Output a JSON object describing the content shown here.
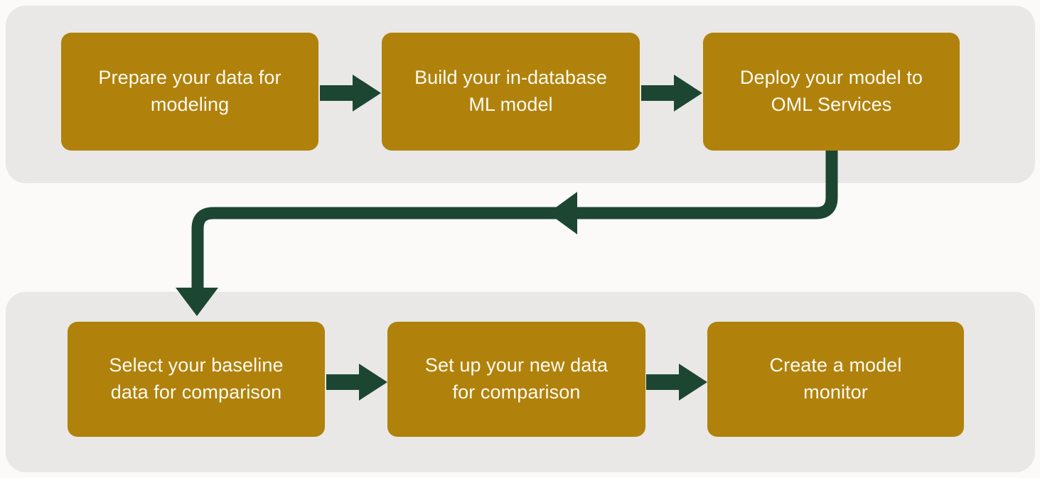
{
  "diagram": {
    "type": "flowchart",
    "orientation": "two-row-serpentine",
    "colors": {
      "page_background": "#fbfaf9",
      "panel_background": "#e9e8e7",
      "node_fill": "#b0820c",
      "node_text": "#fdfaf2",
      "arrow": "#1d4632"
    },
    "rows": [
      {
        "name": "modeling-phase",
        "nodes": [
          {
            "id": "prepare",
            "label": "Prepare your data for\nmodeling"
          },
          {
            "id": "build",
            "label": "Build your in-database\nML model"
          },
          {
            "id": "deploy",
            "label": "Deploy your model to\nOML Services"
          }
        ]
      },
      {
        "name": "monitoring-phase",
        "nodes": [
          {
            "id": "baseline",
            "label": "Select your baseline\ndata for comparison"
          },
          {
            "id": "newdata",
            "label": "Set up your new data\nfor comparison"
          },
          {
            "id": "monitor",
            "label": "Create a model\nmonitor"
          }
        ]
      }
    ],
    "connectors": [
      {
        "id": "prepare-to-build",
        "from": "prepare",
        "to": "build",
        "direction": "right"
      },
      {
        "id": "build-to-deploy",
        "from": "build",
        "to": "deploy",
        "direction": "right"
      },
      {
        "id": "deploy-to-baseline",
        "from": "deploy",
        "to": "baseline",
        "direction": "down-left-down"
      },
      {
        "id": "baseline-to-newdata",
        "from": "baseline",
        "to": "newdata",
        "direction": "right"
      },
      {
        "id": "newdata-to-monitor",
        "from": "newdata",
        "to": "monitor",
        "direction": "right"
      }
    ]
  }
}
